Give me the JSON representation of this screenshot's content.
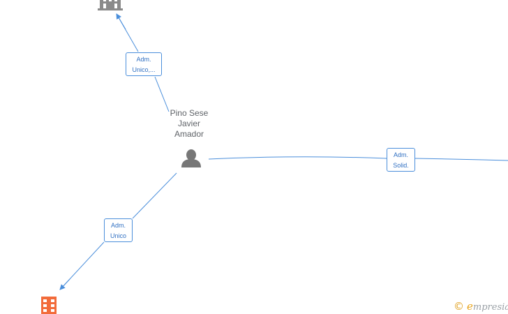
{
  "person": {
    "name_lines": [
      "Pino Sese",
      "Javier",
      "Amador"
    ],
    "icon": "person-icon",
    "color": "#777777"
  },
  "companies": [
    {
      "id": "top",
      "icon": "building-icon",
      "color": "#8a8a8a"
    },
    {
      "id": "bottom",
      "icon": "building-icon",
      "color": "#f26b3a"
    }
  ],
  "edges": [
    {
      "id": "top",
      "label_lines": [
        "Adm.",
        "Unico,..."
      ]
    },
    {
      "id": "right",
      "label_lines": [
        "Adm.",
        "Solid."
      ]
    },
    {
      "id": "bottom",
      "label_lines": [
        "Adm.",
        "Unico"
      ]
    }
  ],
  "colors": {
    "edge": "#4a8edb",
    "label_text": "#2f6fc2"
  },
  "watermark": {
    "symbol": "©",
    "brand_first": "e",
    "brand_rest": "mpresia"
  }
}
